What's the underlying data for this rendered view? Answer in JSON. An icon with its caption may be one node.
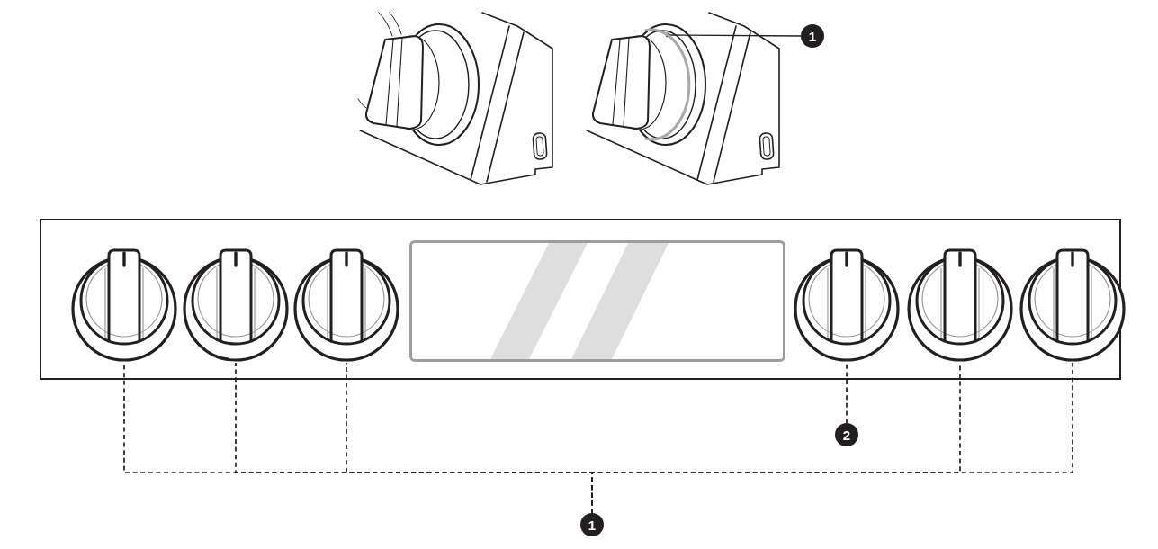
{
  "diagram": {
    "nodes": [
      {
        "text": [],
        "shape": "ring"
      },
      {
        "text": [
          "1"
        ]
      },
      {
        "text": [],
        "shape": "knob"
      },
      {
        "text": [],
        "shape": "knob"
      },
      {
        "text": [],
        "shape": "knob"
      },
      {
        "text": [],
        "shape": "knob"
      },
      {
        "text": [],
        "shape": "knob"
      },
      {
        "text": [],
        "shape": "knob"
      },
      {
        "text": [
          "2"
        ]
      },
      {
        "text": [
          "1"
        ]
      }
    ],
    "edges": [
      {
        "from": 1,
        "to": 0,
        "arrow": "other"
      },
      {
        "from": 9,
        "to": 2,
        "arrow": "none",
        "style": "dashed"
      },
      {
        "from": 9,
        "to": 3,
        "arrow": "none",
        "style": "dashed"
      },
      {
        "from": 9,
        "to": 4,
        "arrow": "none",
        "style": "dashed"
      },
      {
        "from": 9,
        "to": 6,
        "arrow": "none",
        "style": "dashed"
      },
      {
        "from": 9,
        "to": 7,
        "arrow": "none",
        "style": "dashed"
      },
      {
        "from": 8,
        "to": 5,
        "arrow": "none",
        "style": "dashed"
      }
    ]
  }
}
